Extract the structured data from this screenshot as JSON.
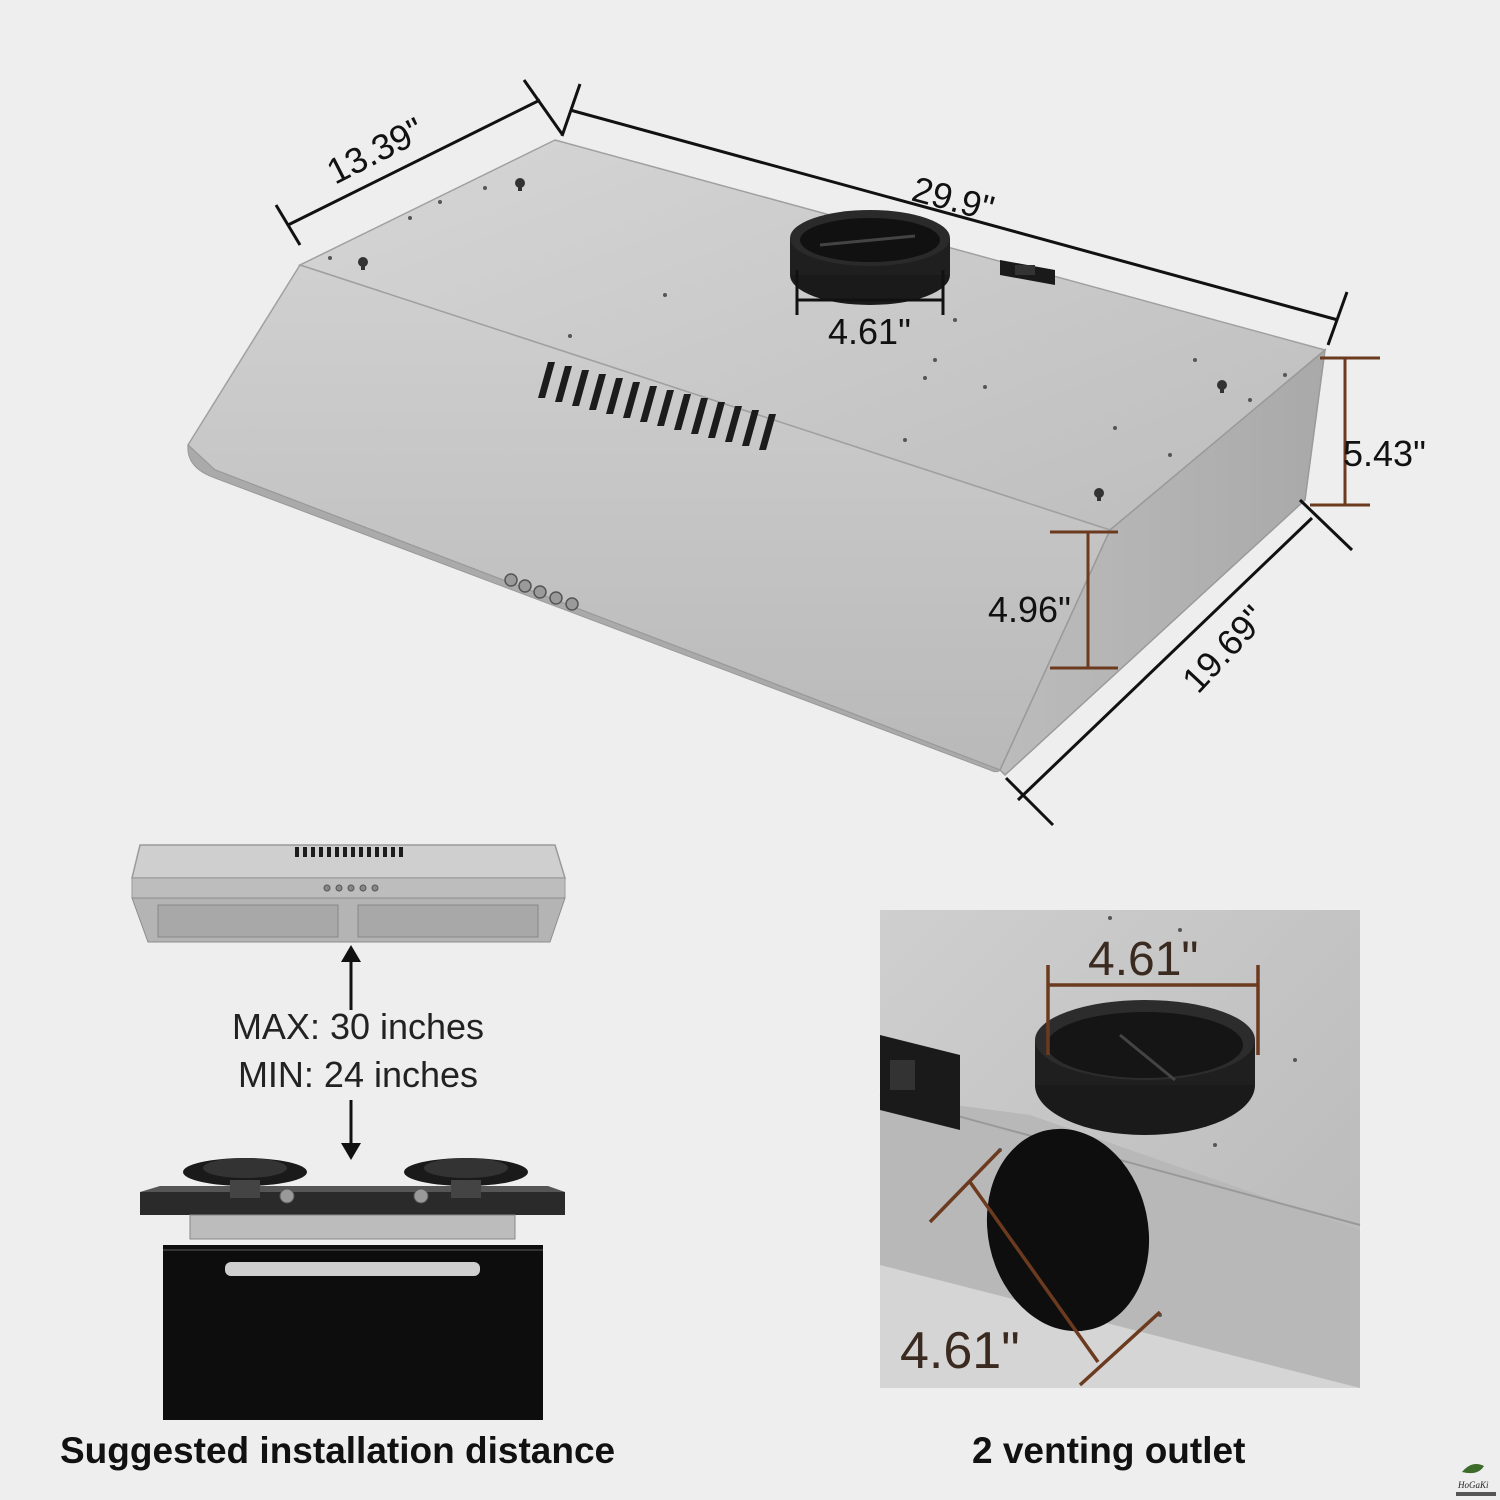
{
  "colors": {
    "background": "#eeeeee",
    "steel": "#c8c8c8",
    "dimension_line": "#111111",
    "dimension_line_brown": "#6b3a1f",
    "outlet": "#1a1a1a"
  },
  "main_view": {
    "depth_top": "13.39\"",
    "width": "29.9\"",
    "outlet_diameter": "4.61\"",
    "height_back": "5.43\"",
    "height_front": "4.96\"",
    "depth_side": "19.69\""
  },
  "installation": {
    "max_text": "MAX: 30 inches",
    "min_text": "MIN: 24 inches",
    "caption": "Suggested installation distance"
  },
  "venting": {
    "top_outlet_diameter": "4.61\"",
    "rear_outlet_diameter": "4.61\"",
    "caption": "2 venting outlet"
  },
  "icons": {
    "range_hood": "range-hood-icon",
    "stove": "gas-stove-icon",
    "arrow_up": "arrow-up-icon",
    "arrow_down": "arrow-down-icon",
    "logo": "hogaki-logo"
  }
}
